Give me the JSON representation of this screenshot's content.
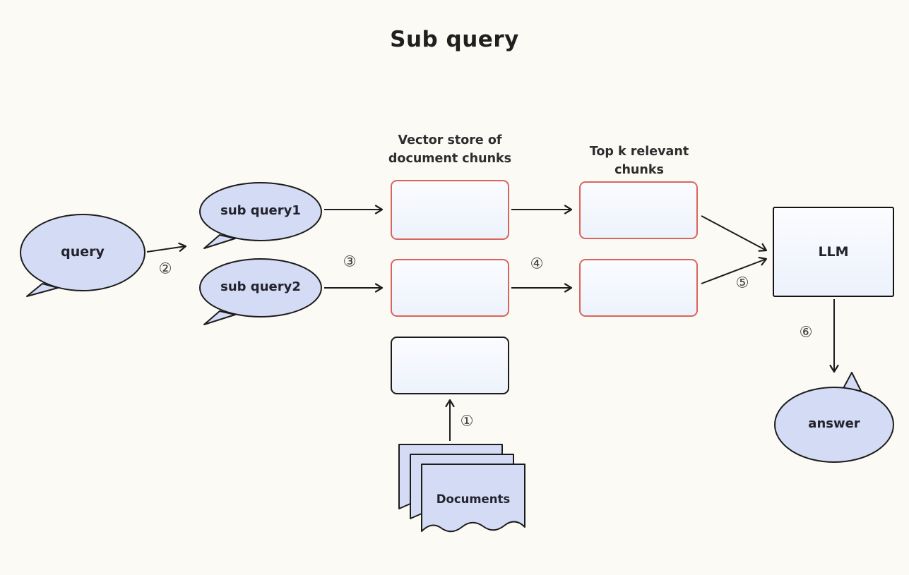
{
  "title": "Sub query",
  "nodes": {
    "query": {
      "label": "query"
    },
    "sub_query1": {
      "label": "sub query1"
    },
    "sub_query2": {
      "label": "sub query2"
    },
    "llm": {
      "label": "LLM"
    },
    "answer": {
      "label": "answer"
    },
    "documents": {
      "label": "Documents"
    }
  },
  "column_labels": {
    "vector_store": {
      "line1": "Vector store of",
      "line2": "document chunks"
    },
    "top_k": {
      "line1": "Top k relevant",
      "line2": "chunks"
    }
  },
  "steps": {
    "step1": "①",
    "step2": "②",
    "step3": "③",
    "step4": "④",
    "step5": "⑤",
    "step6": "⑥"
  },
  "colors": {
    "background": "#fcfaf5",
    "bubble_fill": "#d4dbf4",
    "box_fill_light": "#f3f7fd",
    "red_border": "#d9655a",
    "stroke_black": "#1c1c1c",
    "text": "#2a2a2a"
  }
}
